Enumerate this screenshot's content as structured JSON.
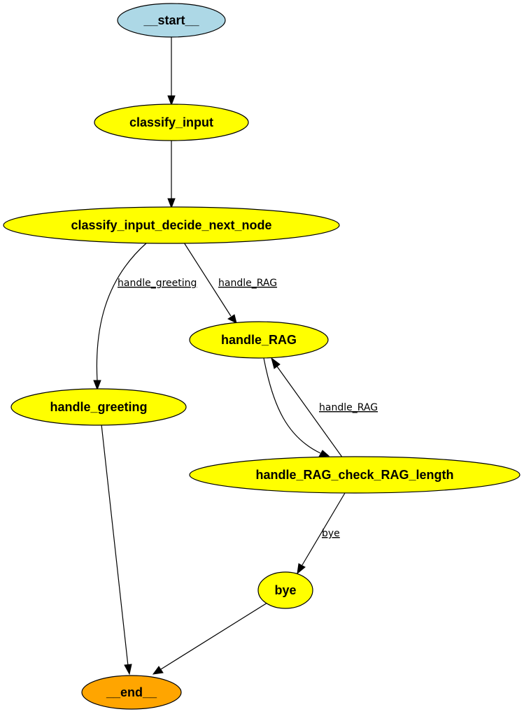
{
  "nodes": {
    "start": {
      "label": "__start__",
      "color": "#ADD8E6"
    },
    "classify_input": {
      "label": "classify_input",
      "color": "#FFFF00"
    },
    "classify_input_decide_next_node": {
      "label": "classify_input_decide_next_node",
      "color": "#FFFF00"
    },
    "handle_RAG": {
      "label": "handle_RAG",
      "color": "#FFFF00"
    },
    "handle_greeting": {
      "label": "handle_greeting",
      "color": "#FFFF00"
    },
    "handle_RAG_check_RAG_length": {
      "label": "handle_RAG_check_RAG_length",
      "color": "#FFFF00"
    },
    "bye": {
      "label": "bye",
      "color": "#FFFF00"
    },
    "end": {
      "label": "__end__",
      "color": "#FFA500"
    }
  },
  "edges": {
    "decide_to_greeting": {
      "from": "classify_input_decide_next_node",
      "to": "handle_greeting",
      "label": "handle_greeting"
    },
    "decide_to_rag": {
      "from": "classify_input_decide_next_node",
      "to": "handle_RAG",
      "label": "handle_RAG"
    },
    "check_to_rag": {
      "from": "handle_RAG_check_RAG_length",
      "to": "handle_RAG",
      "label": "handle_RAG"
    },
    "check_to_bye": {
      "from": "handle_RAG_check_RAG_length",
      "to": "bye",
      "label": "bye"
    },
    "start_to_classify": {
      "from": "start",
      "to": "classify_input",
      "label": ""
    },
    "classify_to_decide": {
      "from": "classify_input",
      "to": "classify_input_decide_next_node",
      "label": ""
    },
    "rag_to_check": {
      "from": "handle_RAG",
      "to": "handle_RAG_check_RAG_length",
      "label": ""
    },
    "greeting_to_end": {
      "from": "handle_greeting",
      "to": "end",
      "label": ""
    },
    "bye_to_end": {
      "from": "bye",
      "to": "end",
      "label": ""
    }
  }
}
